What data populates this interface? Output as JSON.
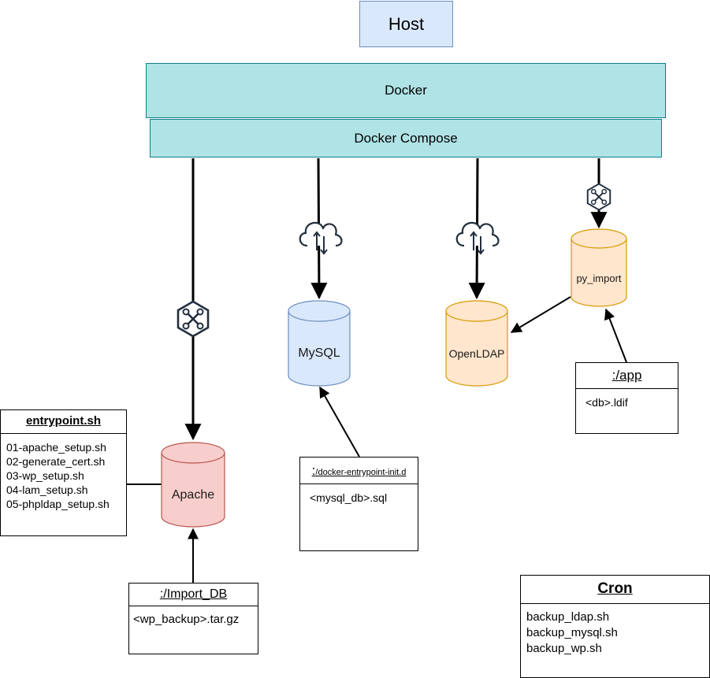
{
  "host": {
    "label": "Host"
  },
  "docker": {
    "label": "Docker"
  },
  "docker_compose": {
    "label": "Docker Compose"
  },
  "containers": {
    "mysql": "MySQL",
    "openldap": "OpenLDAP",
    "py_import": "py_import",
    "apache": "Apache"
  },
  "volumes": {
    "app": {
      "title": ":/app",
      "files": [
        "<db>.ldif"
      ]
    },
    "docker_entrypoint": {
      "title_prefix": ":",
      "title": "/docker-entrypoint-init.d",
      "files": [
        "<mysql_db>.sql"
      ]
    },
    "import_db": {
      "title": ":/Import_DB",
      "files": [
        "<wp_backup>.tar.gz"
      ]
    }
  },
  "entrypoint": {
    "title": "entrypoint.sh",
    "scripts": [
      "01-apache_setup.sh",
      "02-generate_cert.sh",
      "03-wp_setup.sh",
      "04-lam_setup.sh",
      "05-phpldap_setup.sh"
    ]
  },
  "cron": {
    "title": "Cron",
    "scripts": [
      "backup_ldap.sh",
      "backup_mysql.sh",
      "backup_wp.sh"
    ]
  },
  "icons": [
    "build-tools-icon",
    "cloud-sync-icon"
  ],
  "colors": {
    "host_fill": "#dae8fc",
    "docker_fill": "#b0e3e6",
    "mysql_fill": "#dae8fc",
    "openldap_fill": "#ffe6cc",
    "py_import_fill": "#ffe6cc",
    "apache_fill": "#f8cecc",
    "icon_color": "#232f3e"
  }
}
